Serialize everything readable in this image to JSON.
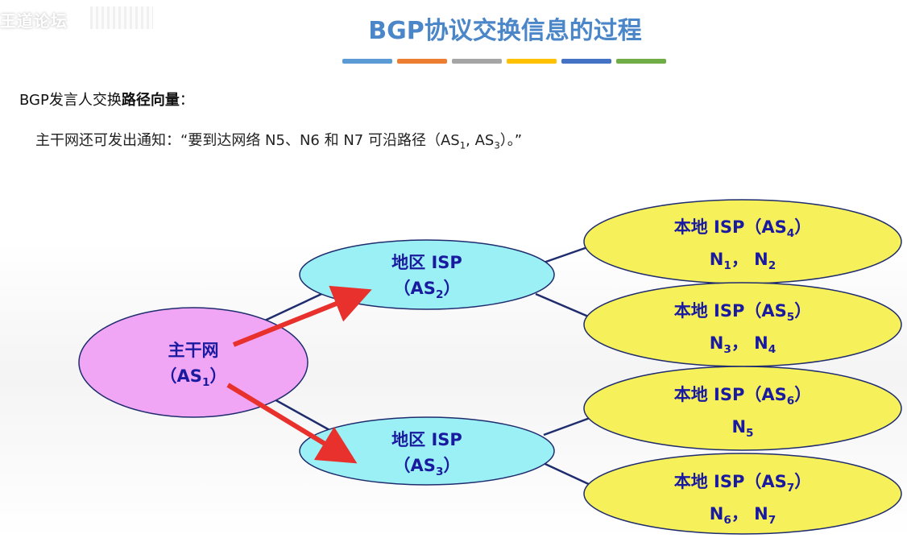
{
  "watermark": {
    "text": "王道论坛"
  },
  "title": "BGP协议交换信息的过程",
  "title_bar_colors": [
    "#5b9bd5",
    "#ed7d31",
    "#a5a5a5",
    "#ffc000",
    "#4472c4",
    "#70ad47"
  ],
  "heading": {
    "prefix": "BGP发言人交换",
    "bold": "路径向量",
    "suffix": "："
  },
  "notice": {
    "text1": "主干网还可发出通知：“要到达网络 N5、N6 和 N7 可沿路径（AS",
    "sub1": "1",
    "text2": ", AS",
    "sub2": "3",
    "text3": "）。”"
  },
  "nodes": {
    "backbone": {
      "line1": "主干网",
      "as_prefix": "（AS",
      "as_sub": "1",
      "as_suffix": "）"
    },
    "isp2": {
      "line1": "地区 ISP",
      "as_prefix": "（AS",
      "as_sub": "2",
      "as_suffix": "）"
    },
    "isp3": {
      "line1": "地区 ISP",
      "as_prefix": "（AS",
      "as_sub": "3",
      "as_suffix": "）"
    },
    "local4": {
      "line1": "本地 ISP（AS",
      "as_sub": "4",
      "as_suffix": "）",
      "n1": "N",
      "n1_sub": "1",
      "sep": "，  ",
      "n2": "N",
      "n2_sub": "2"
    },
    "local5": {
      "line1": "本地 ISP（AS",
      "as_sub": "5",
      "as_suffix": "）",
      "n1": "N",
      "n1_sub": "3",
      "sep": "，  ",
      "n2": "N",
      "n2_sub": "4"
    },
    "local6": {
      "line1": "本地 ISP（AS",
      "as_sub": "6",
      "as_suffix": "）",
      "n1": "N",
      "n1_sub": "5"
    },
    "local7": {
      "line1": "本地 ISP（AS",
      "as_sub": "7",
      "as_suffix": "）",
      "n1": "N",
      "n1_sub": "6",
      "sep": "，  ",
      "n2": "N",
      "n2_sub": "7"
    }
  },
  "colors": {
    "backbone_fill": "#f0a6f5",
    "regional_fill": "#9af0f4",
    "local_fill": "#f6f05a",
    "link": "#1f2c6e",
    "arrow": "#e8302c",
    "label": "#1a1aa0"
  }
}
